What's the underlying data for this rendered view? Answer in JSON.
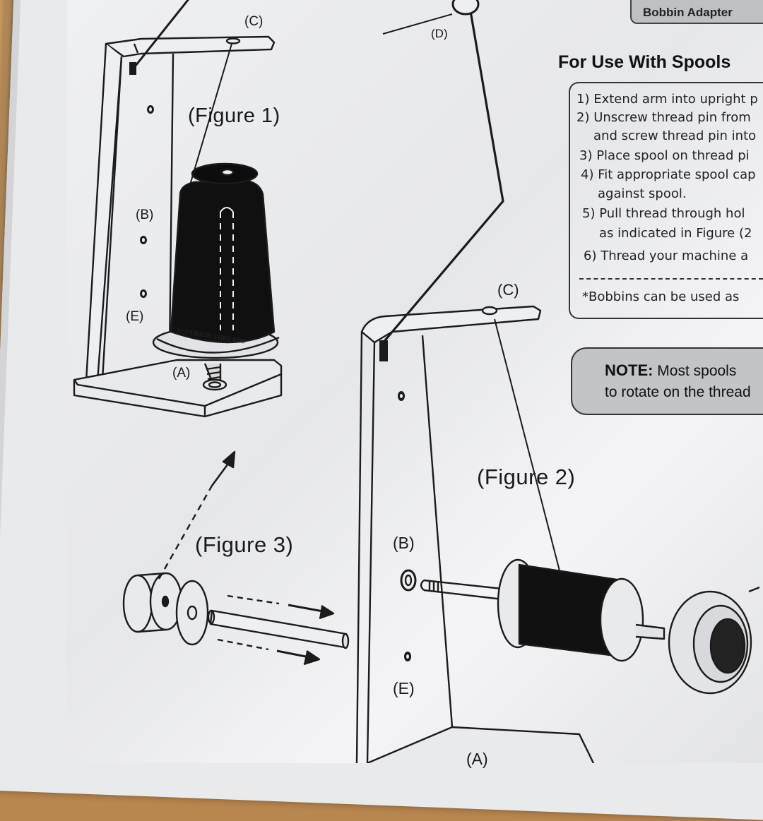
{
  "labels": {
    "c_top": "(C)",
    "d_top": "(D)",
    "figure1": "(Figure 1)",
    "b_left": "(B)",
    "e_left": "(E)",
    "a_left": "(A)",
    "c_right": "(C)",
    "figure2": "(Figure 2)",
    "figure3": "(Figure 3)",
    "b_right": "(B)",
    "e_right": "(E)",
    "a_right": "(A)"
  },
  "spool_brand": "SUPERIOR THREADS",
  "bobbin_adapter_label": "Bobbin Adapter",
  "panel": {
    "heading": "For Use With Spools",
    "steps": [
      "1) Extend arm into upright p",
      "2) Unscrew thread pin from",
      "and screw thread pin into",
      "3) Place spool on thread pi",
      "4) Fit appropriate spool cap",
      "against spool.",
      "5) Pull thread through hol",
      "as indicated in Figure (2",
      "6) Thread your machine a"
    ],
    "footnote": "*Bobbins can be used as"
  },
  "note": {
    "label": "NOTE:",
    "line1": "Most spools",
    "line2": "to rotate on the thread"
  }
}
